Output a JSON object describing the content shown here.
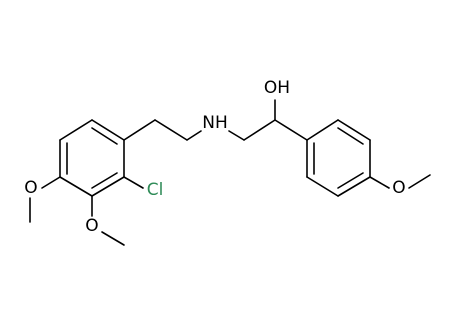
{
  "colors": {
    "bond": "#000000",
    "text": "#000000",
    "chlorine": "#2e8b57",
    "background": "#ffffff"
  },
  "labels": {
    "cl": "Cl",
    "nh": "NH",
    "oh": "OH",
    "o_left": "O",
    "o_bottom": "O",
    "o_right": "O"
  }
}
